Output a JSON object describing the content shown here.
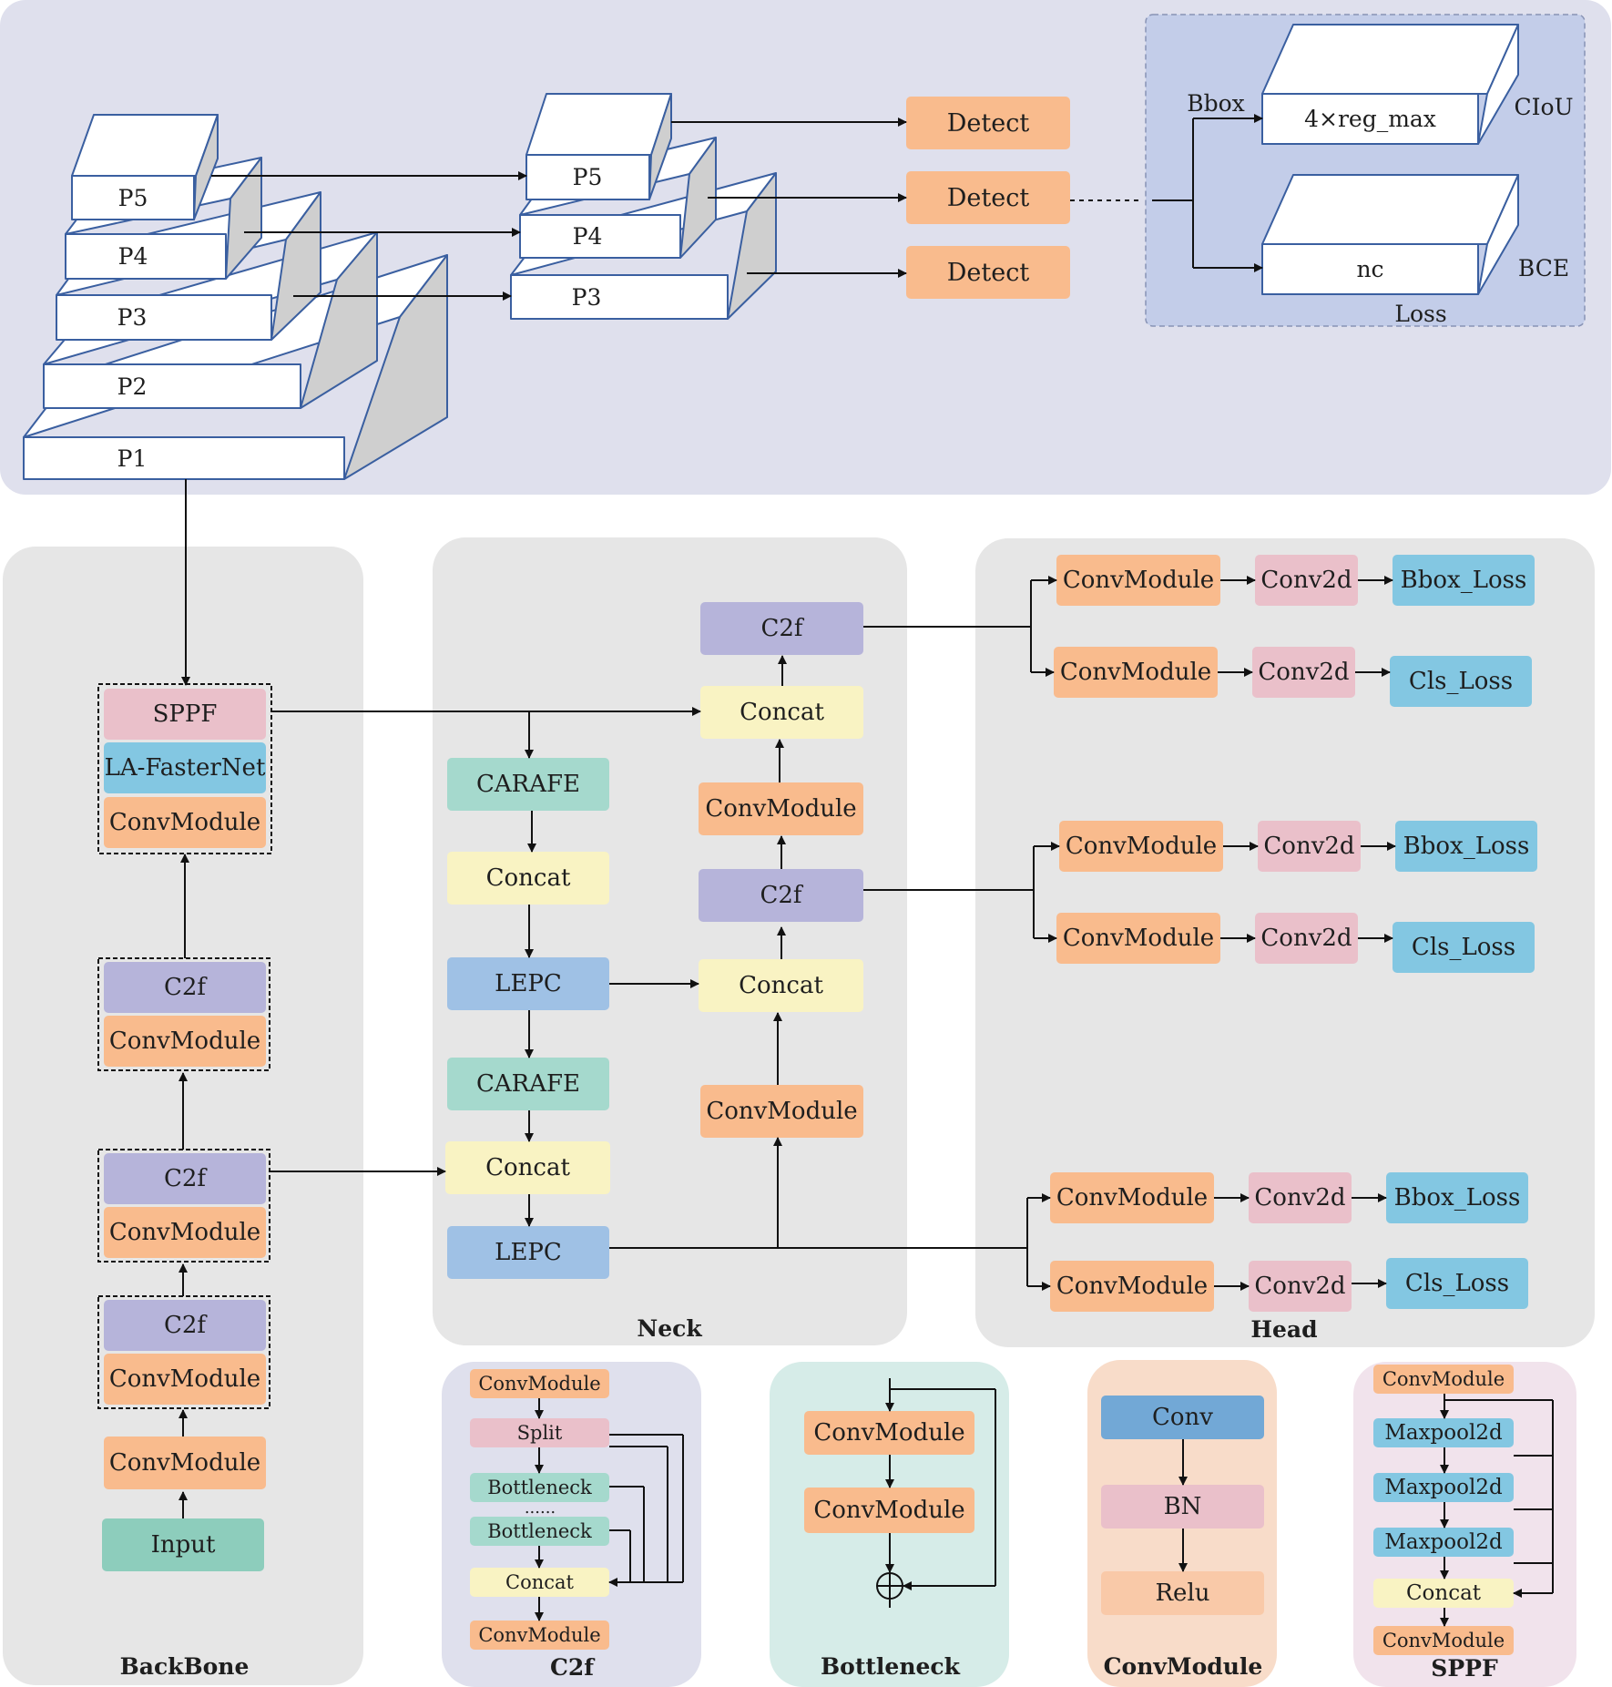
{
  "pyramid_backbone": [
    "P5",
    "P4",
    "P3",
    "P2",
    "P1"
  ],
  "pyramid_neck": [
    "P5",
    "P4",
    "P3"
  ],
  "detect_label": "Detect",
  "loss_panel": {
    "bbox": "Bbox",
    "reg": "4×reg_max",
    "nc": "nc",
    "ciou": "CIoU",
    "bce": "BCE",
    "title": "Loss"
  },
  "backbone": {
    "title": "BackBone",
    "sppf": "SPPF",
    "la_fasternet": "LA-FasterNet",
    "convmodule": "ConvModule",
    "c2f": "C2f",
    "input": "Input"
  },
  "neck": {
    "title": "Neck",
    "carafe": "CARAFE",
    "concat": "Concat",
    "lepc": "LEPC",
    "c2f": "C2f",
    "convmodule": "ConvModule"
  },
  "head": {
    "title": "Head",
    "convmodule": "ConvModule",
    "conv2d": "Conv2d",
    "bbox_loss": "Bbox_Loss",
    "cls_loss": "Cls_Loss"
  },
  "legend_c2f": {
    "title": "C2f",
    "convmodule": "ConvModule",
    "split": "Split",
    "bottleneck": "Bottleneck",
    "dots": "......",
    "concat": "Concat"
  },
  "legend_bottleneck": {
    "title": "Bottleneck",
    "convmodule": "ConvModule"
  },
  "legend_convmodule": {
    "title": "ConvModule",
    "conv": "Conv",
    "bn": "BN",
    "relu": "Relu"
  },
  "legend_sppf": {
    "title": "SPPF",
    "convmodule": "ConvModule",
    "maxpool": "Maxpool2d",
    "concat": "Concat"
  },
  "colors": {
    "orange": "#f9bb8d",
    "pink": "#eac0ca",
    "blue": "#83c7e2",
    "purple": "#b6b4da",
    "teal": "#a5d9cd",
    "yellow": "#f9f3c3",
    "steel": "#9fc1e5",
    "input": "#8dcdbc"
  }
}
